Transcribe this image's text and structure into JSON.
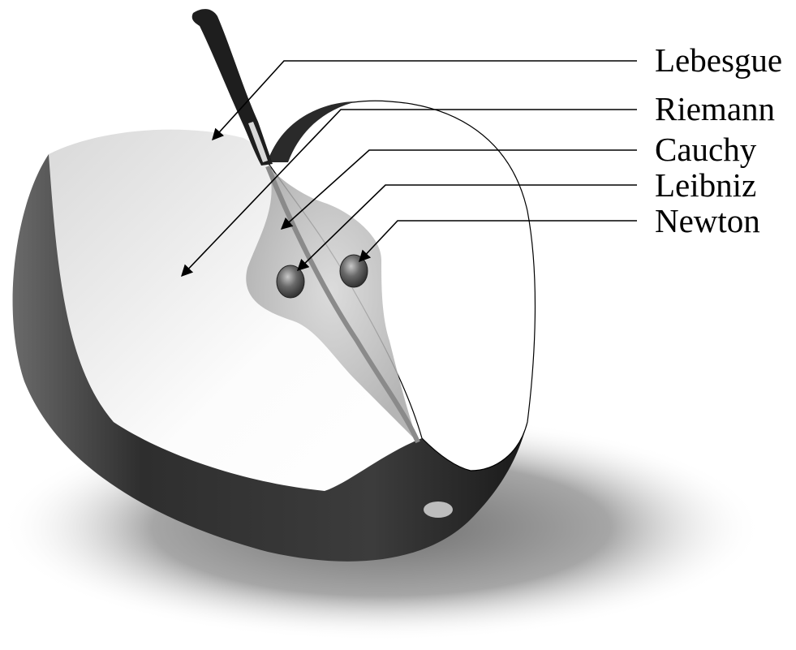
{
  "diagram": {
    "labels": [
      {
        "id": "lebesgue",
        "text": "Lebesgue"
      },
      {
        "id": "riemann",
        "text": "Riemann"
      },
      {
        "id": "cauchy",
        "text": "Cauchy"
      },
      {
        "id": "leibniz",
        "text": "Leibniz"
      },
      {
        "id": "newton",
        "text": "Newton"
      }
    ],
    "colors": {
      "ink": "#000000",
      "apple_skin": "#3a3a3a",
      "apple_flesh": "#fbfbfb",
      "core": "#b9b9b9",
      "seed": "#5a5a5a",
      "shadow": "#8e8e8e"
    }
  }
}
